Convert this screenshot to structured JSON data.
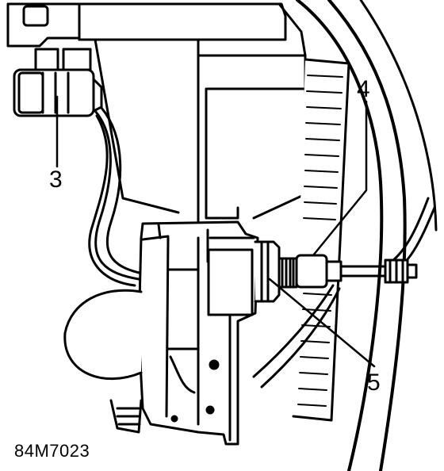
{
  "callouts": {
    "c3": "3",
    "c4": "4",
    "c5": "5"
  },
  "figure_code": "84M7023",
  "colors": {
    "ink": "#000000",
    "paper": "#ffffff"
  }
}
